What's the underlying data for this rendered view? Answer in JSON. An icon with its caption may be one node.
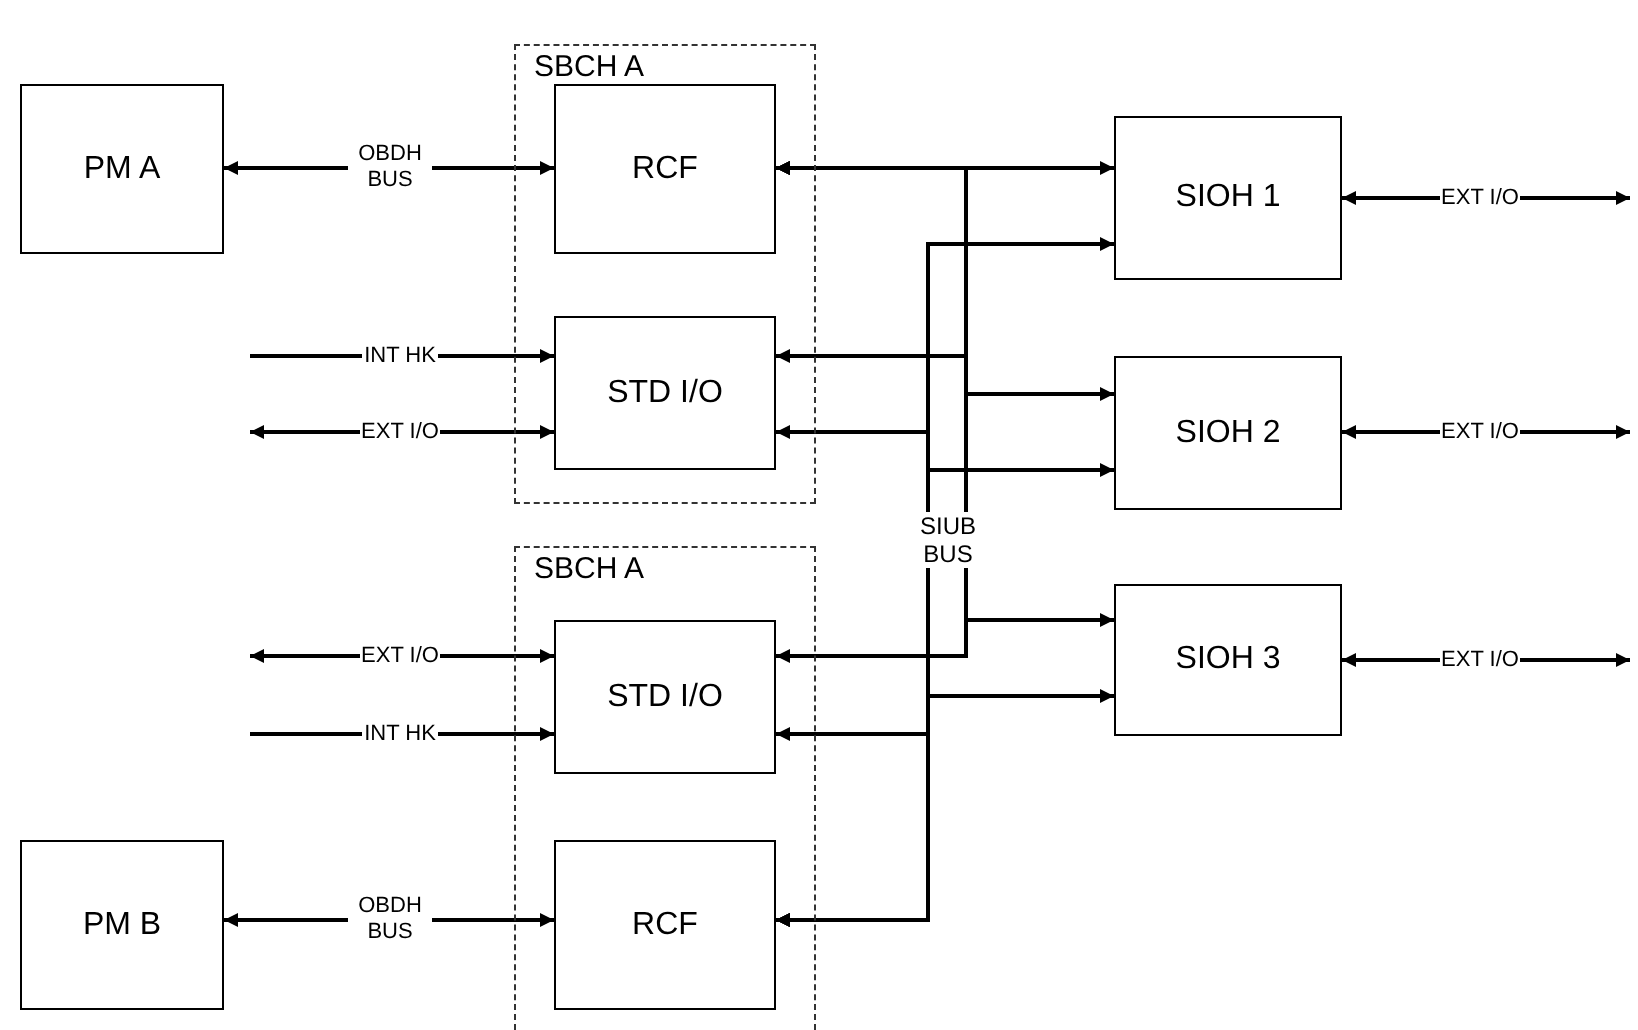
{
  "diagram": {
    "nodes": [
      {
        "text": [
          "PM A"
        ]
      },
      {
        "text": [
          "SBCH A"
        ]
      },
      {
        "text": [
          "RCF"
        ],
        "in": 1
      },
      {
        "text": [
          "STD I/O"
        ],
        "in": 1
      },
      {
        "text": [
          "SIOH 1"
        ]
      },
      {
        "text": [
          "SIOH 2"
        ]
      },
      {
        "text": [
          "SBCH A"
        ]
      },
      {
        "text": [
          "STD I/O"
        ],
        "in": 6
      },
      {
        "text": [
          "RCF"
        ],
        "in": 6
      },
      {
        "text": [
          "SIOH 3"
        ]
      },
      {
        "text": [
          "PM B"
        ]
      }
    ],
    "edges": [
      {
        "from": 0,
        "to": 2,
        "label": "OBDH BUS",
        "arrow": "both"
      },
      {
        "from": null,
        "to": 3,
        "label": "INT HK",
        "arrow": "to"
      },
      {
        "from": null,
        "to": 3,
        "label": "EXT I/O",
        "arrow": "both"
      },
      {
        "from": 4,
        "to": null,
        "label": "EXT I/O",
        "arrow": "both"
      },
      {
        "from": 5,
        "to": null,
        "label": "EXT I/O",
        "arrow": "both"
      },
      {
        "from": null,
        "to": 7,
        "label": "EXT I/O",
        "arrow": "both"
      },
      {
        "from": null,
        "to": 7,
        "label": "INT HK",
        "arrow": "to"
      },
      {
        "from": 9,
        "to": null,
        "label": "EXT I/O",
        "arrow": "both"
      },
      {
        "from": 10,
        "to": 8,
        "label": "OBDH BUS",
        "arrow": "both"
      },
      {
        "from": 2,
        "to": 4,
        "arrow": "both"
      },
      {
        "from": 2,
        "to": 3,
        "arrow": "both"
      },
      {
        "from": 2,
        "to": 5,
        "arrow": "both"
      },
      {
        "from": 2,
        "to": 9,
        "arrow": "both"
      },
      {
        "from": 2,
        "to": 7,
        "arrow": "both"
      },
      {
        "from": 8,
        "to": 4,
        "arrow": "both"
      },
      {
        "from": 8,
        "to": 3,
        "arrow": "both"
      },
      {
        "from": 8,
        "to": 5,
        "arrow": "both"
      },
      {
        "from": 8,
        "to": 9,
        "arrow": "both"
      },
      {
        "from": 8,
        "to": 7,
        "arrow": "both"
      }
    ],
    "labels": [
      "SIUB BUS"
    ]
  }
}
